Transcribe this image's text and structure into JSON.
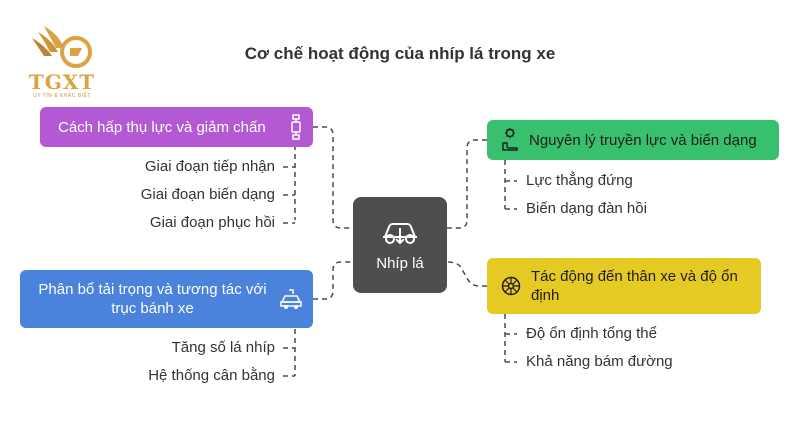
{
  "logo": {
    "name": "TGXT",
    "tagline": "UY TÍN & KHÁC BIỆT",
    "color": "#d9a441"
  },
  "title": "Cơ chế hoạt động của nhíp lá trong xe",
  "center": {
    "label": "Nhíp lá",
    "icon": "car-suspension-icon",
    "color": "#4e4e4e"
  },
  "branches": {
    "top_left": {
      "label": "Cách hấp thụ lực và giảm chấn",
      "icon": "shock-absorber-icon",
      "color": "#b259d3",
      "items": [
        "Giai đoạn tiếp nhận",
        "Giai đoạn biến dạng",
        "Giai đoạn phục hồi"
      ]
    },
    "bottom_left": {
      "label": "Phân bổ tải trọng và tương tác với trục bánh xe",
      "icon": "car-balance-icon",
      "color": "#4a82dc",
      "items": [
        "Tăng số lá nhíp",
        "Hệ thống cân bằng"
      ]
    },
    "top_right": {
      "label": "Nguyên lý truyền lực và biến dạng",
      "icon": "gear-spring-icon",
      "color": "#38c06e",
      "items": [
        "Lực thẳng đứng",
        "Biến dạng đàn hồi"
      ]
    },
    "bottom_right": {
      "label": "Tác động đến thân xe và độ ổn định",
      "icon": "wheel-icon",
      "color": "#e4ca22",
      "items": [
        "Độ ổn định tổng thể",
        "Khả năng bám đường"
      ]
    }
  }
}
